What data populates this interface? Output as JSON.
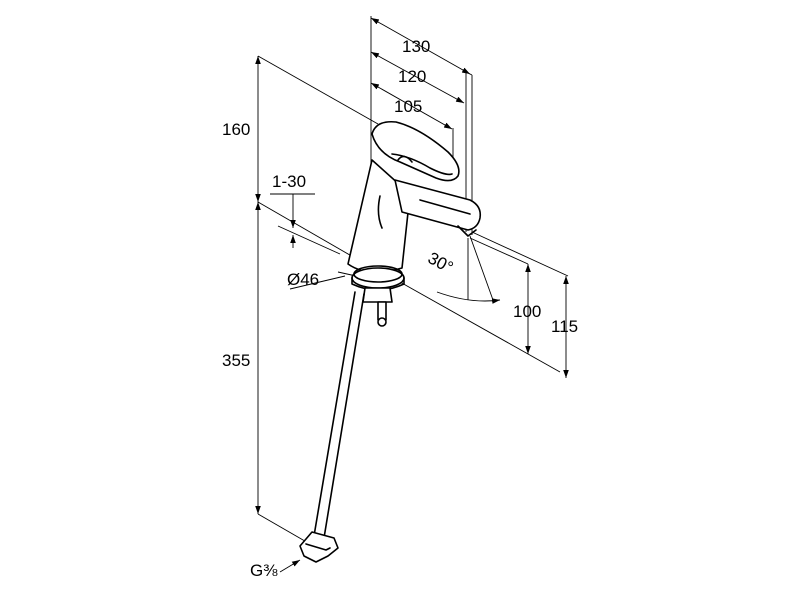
{
  "drawing": {
    "dimensions": {
      "reach_130": "130",
      "reach_120": "120",
      "reach_105": "105",
      "height_160": "160",
      "thickness_range": "1-30",
      "diameter": "Ø46",
      "angle": "30°",
      "spout_100": "100",
      "spout_115": "115",
      "hose_355": "355",
      "connection": "G⅜"
    }
  }
}
